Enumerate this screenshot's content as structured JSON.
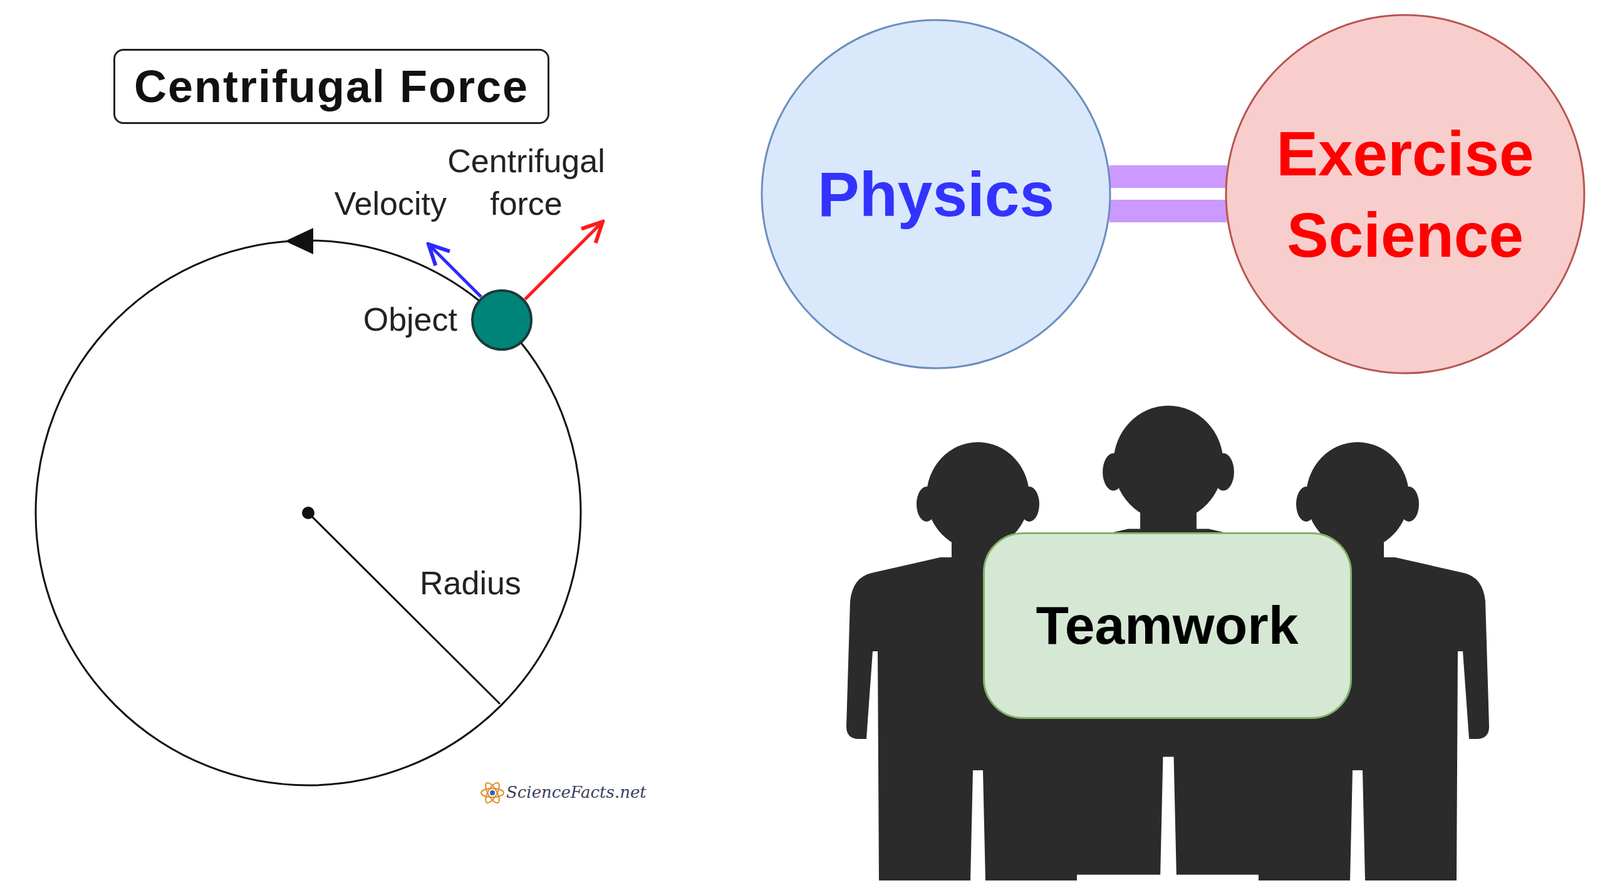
{
  "diagram": {
    "title": "Centrifugal Force",
    "nodes": [
      {
        "text": [
          "Physics"
        ]
      },
      {
        "text": [
          "Exercise Science"
        ]
      },
      {
        "text": [
          "Teamwork"
        ]
      }
    ],
    "edges": [
      {
        "from": 0,
        "to": 1,
        "arrow": "none"
      }
    ],
    "labels": [
      "Velocity",
      "Centrifugal force",
      "Object",
      "Radius",
      "ScienceFacts.net"
    ]
  }
}
